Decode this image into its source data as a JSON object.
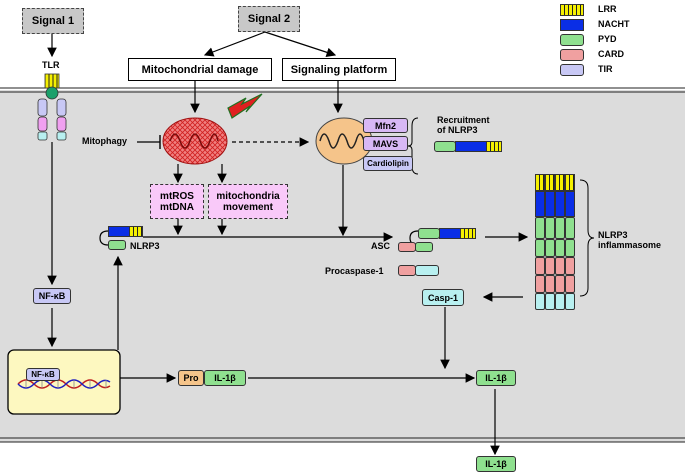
{
  "signals": {
    "signal1": "Signal 1",
    "signal2": "Signal 2"
  },
  "boxes": {
    "mito_damage": "Mitochondrial damage",
    "signaling_platform": "Signaling platform",
    "mtros_line1": "mtROS",
    "mtros_line2": "mtDNA",
    "movement_line1": "mitochondria",
    "movement_line2": "movement"
  },
  "labels": {
    "tlr": "TLR",
    "mitophagy": "Mitophagy",
    "recruitment_line1": "Recruitment",
    "recruitment_line2": "of NLRP3",
    "mfn2": "Mfn2",
    "mavs": "MAVS",
    "cardiolipin": "Cardiolipin",
    "nlrp3": "NLRP3",
    "asc": "ASC",
    "procaspase": "Procaspase-1",
    "casp1": "Casp-1",
    "inflammasome_line1": "NLRP3",
    "inflammasome_line2": "inflammasome",
    "nfkb_cyto": "NF-κB",
    "nfkb_nucleus": "NF-κB",
    "pro": "Pro",
    "il1b_pro": "IL-1β",
    "il1b_mature": "IL-1β",
    "il1b_secreted": "IL-1β"
  },
  "legend": [
    {
      "label": "LRR",
      "color": "#f5f000"
    },
    {
      "label": "NACHT",
      "color": "#0a2ee6"
    },
    {
      "label": "PYD",
      "color": "#8fe08f"
    },
    {
      "label": "CARD",
      "color": "#f0a0a0"
    },
    {
      "label": "TIR",
      "color": "#c8c8f5"
    }
  ],
  "colors": {
    "membrane_band": "#dcdcdc",
    "signal_box": "#c8c8c8",
    "pink_box": "#f9c9f9",
    "nucleus": "#fdf8c0",
    "lrr": "#f5f000",
    "nacht": "#0a2ee6",
    "pyd": "#8fe08f",
    "card": "#f0a0a0",
    "tir": "#c8c8f5",
    "casp": "#b8f0f0",
    "pro_domain": "#f5c48a"
  }
}
